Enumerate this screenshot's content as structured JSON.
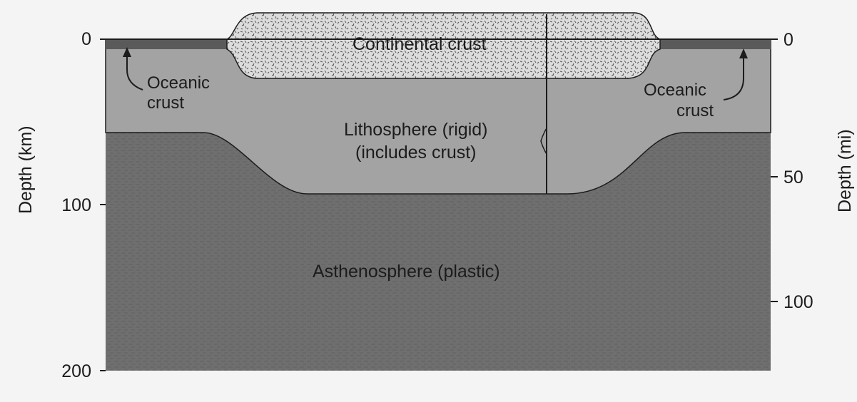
{
  "diagram": {
    "labels": {
      "continental_crust": "Continental crust",
      "oceanic_crust_left_line1": "Oceanic",
      "oceanic_crust_left_line2": "crust",
      "oceanic_crust_right_line1": "Oceanic",
      "oceanic_crust_right_line2": "crust",
      "lithosphere_line1": "Lithosphere (rigid)",
      "lithosphere_line2": "(includes crust)",
      "asthenosphere": "Asthenosphere (plastic)"
    },
    "left_axis": {
      "title": "Depth (km)",
      "ticks": [
        "0",
        "100",
        "200"
      ]
    },
    "right_axis": {
      "title": "Depth (mi)",
      "ticks": [
        "0",
        "50",
        "100"
      ]
    },
    "colors": {
      "background": "#f4f4f4",
      "lithosphere": "#a3a3a3",
      "asthenosphere": "#6f6f6f",
      "oceanic_crust": "#5a5a5a",
      "continental_crust": "#d9d9d9",
      "ink": "#1c1c1c"
    }
  }
}
